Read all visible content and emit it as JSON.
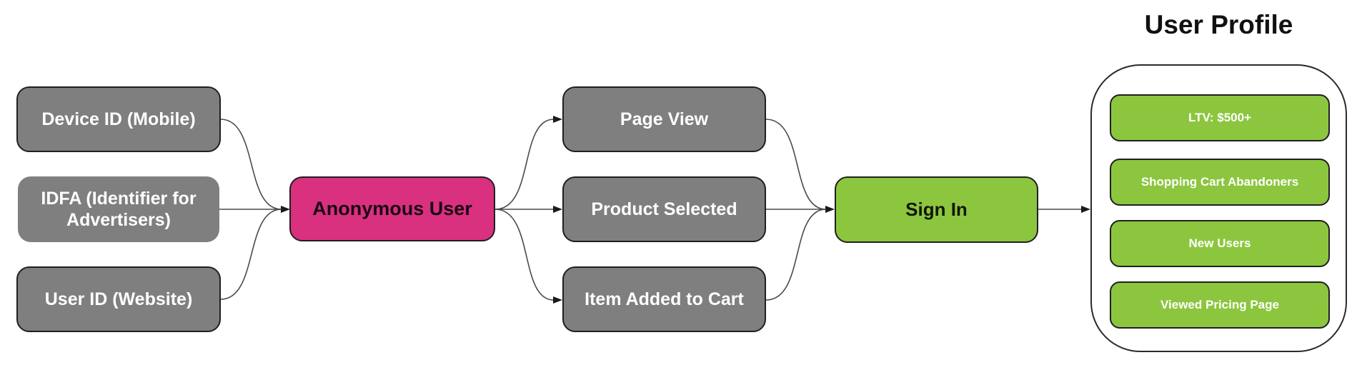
{
  "colors": {
    "node_gray": "#7f7f7f",
    "node_pink": "#d93080",
    "node_green": "#8cc63f",
    "border": "#1f1f1f",
    "connector": "#4a4a4a",
    "text_on_gray": "#ffffff",
    "text_on_green_segment": "#ffffff",
    "text_dark": "#111111"
  },
  "identifiers": [
    {
      "label": "Device ID (Mobile)"
    },
    {
      "label": "IDFA (Identifier for Advertisers)"
    },
    {
      "label": "User ID (Website)"
    }
  ],
  "anonymous": {
    "label": "Anonymous User"
  },
  "events": [
    {
      "label": "Page View"
    },
    {
      "label": "Product Selected"
    },
    {
      "label": "Item Added to Cart"
    }
  ],
  "sign_in": {
    "label": "Sign In"
  },
  "profile": {
    "title": "User Profile",
    "segments": [
      {
        "label": "LTV: $500+"
      },
      {
        "label": "Shopping Cart Abandoners"
      },
      {
        "label": "New Users"
      },
      {
        "label": "Viewed Pricing Page"
      }
    ]
  }
}
